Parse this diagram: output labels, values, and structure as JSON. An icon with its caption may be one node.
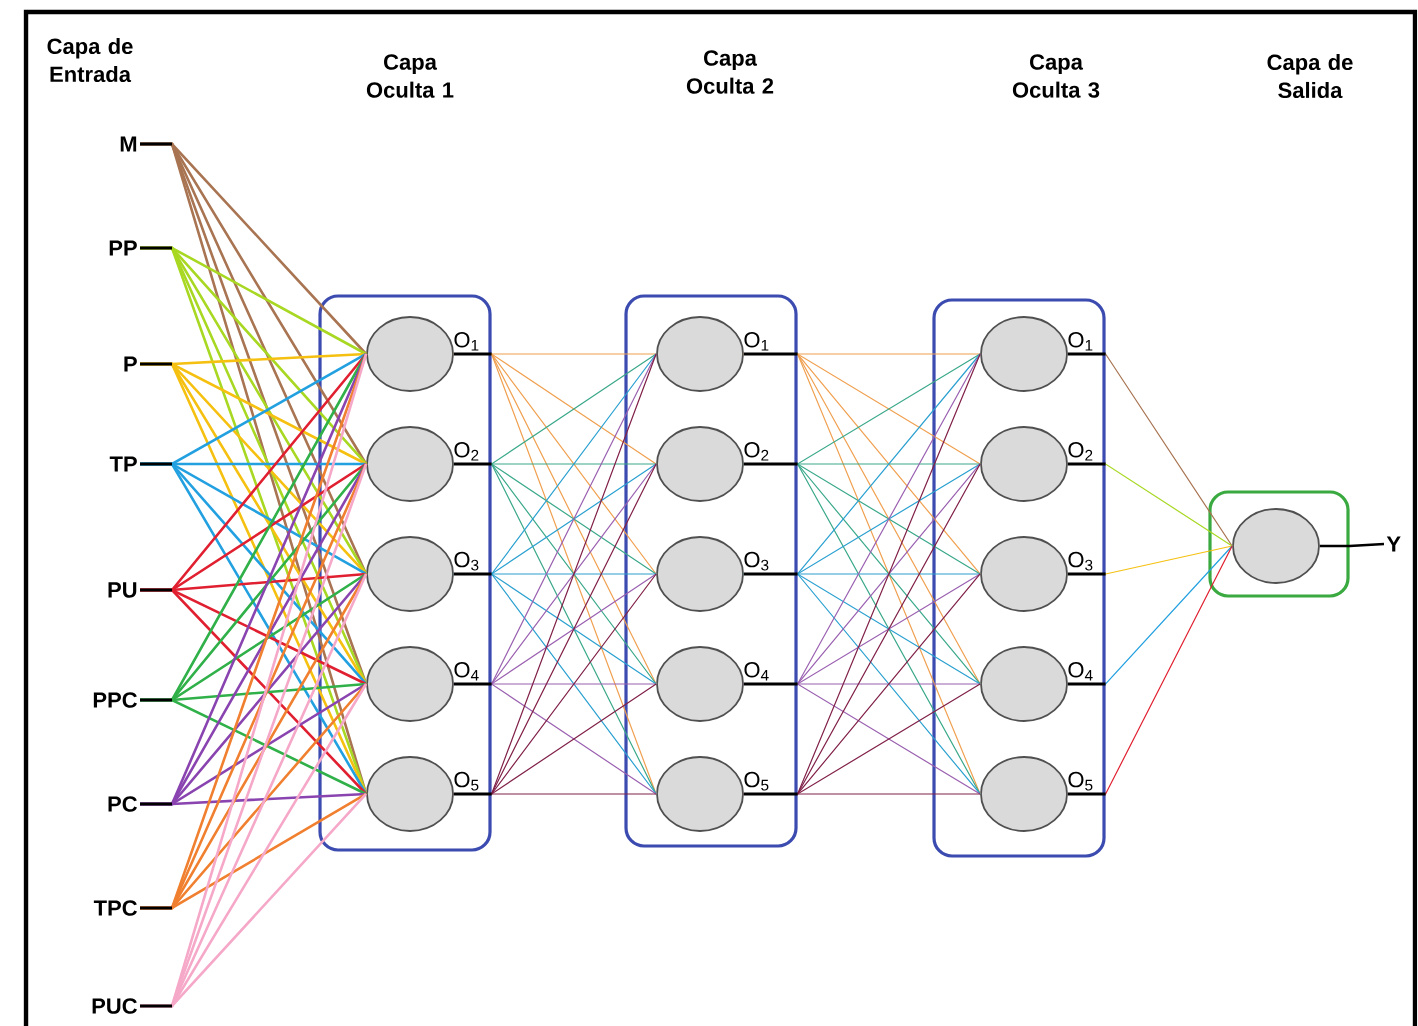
{
  "diagram": {
    "nodes": [
      {
        "text": [
          "M"
        ]
      },
      {
        "text": [
          "PP"
        ]
      },
      {
        "text": [
          "P"
        ]
      },
      {
        "text": [
          "TP"
        ]
      },
      {
        "text": [
          "PU"
        ]
      },
      {
        "text": [
          "PPC"
        ]
      },
      {
        "text": [
          "PC"
        ]
      },
      {
        "text": [
          "TPC"
        ]
      },
      {
        "text": [
          "PUC"
        ]
      },
      {
        "text": [],
        "shape": "box"
      },
      {
        "text": [],
        "shape": "circle",
        "in": 9,
        "beside": [
          "O$_{1}$"
        ]
      },
      {
        "text": [],
        "shape": "circle",
        "in": 9,
        "beside": [
          "O$_{2}$"
        ]
      },
      {
        "text": [],
        "shape": "circle",
        "in": 9,
        "beside": [
          "O$_{3}$"
        ]
      },
      {
        "text": [],
        "shape": "circle",
        "in": 9,
        "beside": [
          "O$_{4}$"
        ]
      },
      {
        "text": [],
        "shape": "circle",
        "in": 9,
        "beside": [
          "O$_{5}$"
        ]
      },
      {
        "text": [],
        "shape": "box"
      },
      {
        "text": [],
        "shape": "circle",
        "in": 15,
        "beside": [
          "O$_{1}$"
        ]
      },
      {
        "text": [],
        "shape": "circle",
        "in": 15,
        "beside": [
          "O$_{2}$"
        ]
      },
      {
        "text": [],
        "shape": "circle",
        "in": 15,
        "beside": [
          "O$_{3}$"
        ]
      },
      {
        "text": [],
        "shape": "circle",
        "in": 15,
        "beside": [
          "O$_{4}$"
        ]
      },
      {
        "text": [],
        "shape": "circle",
        "in": 15,
        "beside": [
          "O$_{5}$"
        ]
      },
      {
        "text": [],
        "shape": "box"
      },
      {
        "text": [],
        "shape": "circle",
        "in": 21,
        "beside": [
          "O$_{1}$"
        ]
      },
      {
        "text": [],
        "shape": "circle",
        "in": 21,
        "beside": [
          "O$_{2}$"
        ]
      },
      {
        "text": [],
        "shape": "circle",
        "in": 21,
        "beside": [
          "O$_{3}$"
        ]
      },
      {
        "text": [],
        "shape": "circle",
        "in": 21,
        "beside": [
          "O$_{4}$"
        ]
      },
      {
        "text": [],
        "shape": "circle",
        "in": 21,
        "beside": [
          "O$_{5}$"
        ]
      },
      {
        "text": [],
        "shape": "box"
      },
      {
        "text": [],
        "shape": "circle",
        "in": 27
      },
      {
        "text": [
          "Y"
        ]
      }
    ],
    "edges": [
      {
        "from": 0,
        "to": 10,
        "arrow": "none",
        "color": "#a87452"
      },
      {
        "from": 0,
        "to": 11,
        "arrow": "none",
        "color": "#a87452"
      },
      {
        "from": 0,
        "to": 12,
        "arrow": "none",
        "color": "#a87452"
      },
      {
        "from": 0,
        "to": 13,
        "arrow": "none",
        "color": "#a87452"
      },
      {
        "from": 0,
        "to": 14,
        "arrow": "none",
        "color": "#a87452"
      },
      {
        "from": 1,
        "to": 10,
        "arrow": "none",
        "color": "#a8d822"
      },
      {
        "from": 1,
        "to": 11,
        "arrow": "none",
        "color": "#a8d822"
      },
      {
        "from": 1,
        "to": 12,
        "arrow": "none",
        "color": "#a8d822"
      },
      {
        "from": 1,
        "to": 13,
        "arrow": "none",
        "color": "#a8d822"
      },
      {
        "from": 1,
        "to": 14,
        "arrow": "none",
        "color": "#a8d822"
      },
      {
        "from": 2,
        "to": 10,
        "arrow": "none",
        "color": "#f5c010"
      },
      {
        "from": 2,
        "to": 11,
        "arrow": "none",
        "color": "#f5c010"
      },
      {
        "from": 2,
        "to": 12,
        "arrow": "none",
        "color": "#f5c010"
      },
      {
        "from": 2,
        "to": 13,
        "arrow": "none",
        "color": "#f5c010"
      },
      {
        "from": 2,
        "to": 14,
        "arrow": "none",
        "color": "#f5c010"
      },
      {
        "from": 3,
        "to": 10,
        "arrow": "none",
        "color": "#22a0e0"
      },
      {
        "from": 3,
        "to": 11,
        "arrow": "none",
        "color": "#22a0e0"
      },
      {
        "from": 3,
        "to": 12,
        "arrow": "none",
        "color": "#22a0e0"
      },
      {
        "from": 3,
        "to": 13,
        "arrow": "none",
        "color": "#22a0e0"
      },
      {
        "from": 3,
        "to": 14,
        "arrow": "none",
        "color": "#22a0e0"
      },
      {
        "from": 4,
        "to": 10,
        "arrow": "none",
        "color": "#e02030"
      },
      {
        "from": 4,
        "to": 11,
        "arrow": "none",
        "color": "#e02030"
      },
      {
        "from": 4,
        "to": 12,
        "arrow": "none",
        "color": "#e02030"
      },
      {
        "from": 4,
        "to": 13,
        "arrow": "none",
        "color": "#e02030"
      },
      {
        "from": 4,
        "to": 14,
        "arrow": "none",
        "color": "#e02030"
      },
      {
        "from": 5,
        "to": 10,
        "arrow": "none",
        "color": "#30b048"
      },
      {
        "from": 5,
        "to": 11,
        "arrow": "none",
        "color": "#30b048"
      },
      {
        "from": 5,
        "to": 12,
        "arrow": "none",
        "color": "#30b048"
      },
      {
        "from": 5,
        "to": 13,
        "arrow": "none",
        "color": "#30b048"
      },
      {
        "from": 5,
        "to": 14,
        "arrow": "none",
        "color": "#30b048"
      },
      {
        "from": 6,
        "to": 10,
        "arrow": "none",
        "color": "#8a44b0"
      },
      {
        "from": 6,
        "to": 11,
        "arrow": "none",
        "color": "#8a44b0"
      },
      {
        "from": 6,
        "to": 12,
        "arrow": "none",
        "color": "#8a44b0"
      },
      {
        "from": 6,
        "to": 13,
        "arrow": "none",
        "color": "#8a44b0"
      },
      {
        "from": 6,
        "to": 14,
        "arrow": "none",
        "color": "#8a44b0"
      },
      {
        "from": 7,
        "to": 10,
        "arrow": "none",
        "color": "#f08030"
      },
      {
        "from": 7,
        "to": 11,
        "arrow": "none",
        "color": "#f08030"
      },
      {
        "from": 7,
        "to": 12,
        "arrow": "none",
        "color": "#f08030"
      },
      {
        "from": 7,
        "to": 13,
        "arrow": "none",
        "color": "#f08030"
      },
      {
        "from": 7,
        "to": 14,
        "arrow": "none",
        "color": "#f08030"
      },
      {
        "from": 8,
        "to": 10,
        "arrow": "none",
        "color": "#f5a8c8"
      },
      {
        "from": 8,
        "to": 11,
        "arrow": "none",
        "color": "#f5a8c8"
      },
      {
        "from": 8,
        "to": 12,
        "arrow": "none",
        "color": "#f5a8c8"
      },
      {
        "from": 8,
        "to": 13,
        "arrow": "none",
        "color": "#f5a8c8"
      },
      {
        "from": 8,
        "to": 14,
        "arrow": "none",
        "color": "#f5a8c8"
      },
      {
        "from": 10,
        "to": 16,
        "arrow": "none",
        "color": "#f0a050"
      },
      {
        "from": 10,
        "to": 17,
        "arrow": "none",
        "color": "#f0a050"
      },
      {
        "from": 10,
        "to": 18,
        "arrow": "none",
        "color": "#f0a050"
      },
      {
        "from": 10,
        "to": 19,
        "arrow": "none",
        "color": "#f0a050"
      },
      {
        "from": 10,
        "to": 20,
        "arrow": "none",
        "color": "#f0a050"
      },
      {
        "from": 11,
        "to": 16,
        "arrow": "none",
        "color": "#3aa88a"
      },
      {
        "from": 11,
        "to": 17,
        "arrow": "none",
        "color": "#3aa88a"
      },
      {
        "from": 11,
        "to": 18,
        "arrow": "none",
        "color": "#3aa88a"
      },
      {
        "from": 11,
        "to": 19,
        "arrow": "none",
        "color": "#3aa88a"
      },
      {
        "from": 11,
        "to": 20,
        "arrow": "none",
        "color": "#3aa88a"
      },
      {
        "from": 12,
        "to": 16,
        "arrow": "none",
        "color": "#2aa0d0"
      },
      {
        "from": 12,
        "to": 17,
        "arrow": "none",
        "color": "#2aa0d0"
      },
      {
        "from": 12,
        "to": 18,
        "arrow": "none",
        "color": "#2aa0d0"
      },
      {
        "from": 12,
        "to": 19,
        "arrow": "none",
        "color": "#2aa0d0"
      },
      {
        "from": 12,
        "to": 20,
        "arrow": "none",
        "color": "#2aa0d0"
      },
      {
        "from": 13,
        "to": 16,
        "arrow": "none",
        "color": "#9a60b0"
      },
      {
        "from": 13,
        "to": 17,
        "arrow": "none",
        "color": "#9a60b0"
      },
      {
        "from": 13,
        "to": 18,
        "arrow": "none",
        "color": "#9a60b0"
      },
      {
        "from": 13,
        "to": 19,
        "arrow": "none",
        "color": "#9a60b0"
      },
      {
        "from": 13,
        "to": 20,
        "arrow": "none",
        "color": "#9a60b0"
      },
      {
        "from": 14,
        "to": 16,
        "arrow": "none",
        "color": "#802048"
      },
      {
        "from": 14,
        "to": 17,
        "arrow": "none",
        "color": "#802048"
      },
      {
        "from": 14,
        "to": 18,
        "arrow": "none",
        "color": "#802048"
      },
      {
        "from": 14,
        "to": 19,
        "arrow": "none",
        "color": "#802048"
      },
      {
        "from": 14,
        "to": 20,
        "arrow": "none",
        "color": "#802048"
      },
      {
        "from": 16,
        "to": 22,
        "arrow": "none",
        "color": "#f0a050"
      },
      {
        "from": 16,
        "to": 23,
        "arrow": "none",
        "color": "#f0a050"
      },
      {
        "from": 16,
        "to": 24,
        "arrow": "none",
        "color": "#f0a050"
      },
      {
        "from": 16,
        "to": 25,
        "arrow": "none",
        "color": "#f0a050"
      },
      {
        "from": 16,
        "to": 26,
        "arrow": "none",
        "color": "#f0a050"
      },
      {
        "from": 17,
        "to": 22,
        "arrow": "none",
        "color": "#3aa88a"
      },
      {
        "from": 17,
        "to": 23,
        "arrow": "none",
        "color": "#3aa88a"
      },
      {
        "from": 17,
        "to": 24,
        "arrow": "none",
        "color": "#3aa88a"
      },
      {
        "from": 17,
        "to": 25,
        "arrow": "none",
        "color": "#3aa88a"
      },
      {
        "from": 17,
        "to": 26,
        "arrow": "none",
        "color": "#3aa88a"
      },
      {
        "from": 18,
        "to": 22,
        "arrow": "none",
        "color": "#2aa0d0"
      },
      {
        "from": 18,
        "to": 23,
        "arrow": "none",
        "color": "#2aa0d0"
      },
      {
        "from": 18,
        "to": 24,
        "arrow": "none",
        "color": "#2aa0d0"
      },
      {
        "from": 18,
        "to": 25,
        "arrow": "none",
        "color": "#2aa0d0"
      },
      {
        "from": 18,
        "to": 26,
        "arrow": "none",
        "color": "#2aa0d0"
      },
      {
        "from": 19,
        "to": 22,
        "arrow": "none",
        "color": "#9a60b0"
      },
      {
        "from": 19,
        "to": 23,
        "arrow": "none",
        "color": "#9a60b0"
      },
      {
        "from": 19,
        "to": 24,
        "arrow": "none",
        "color": "#9a60b0"
      },
      {
        "from": 19,
        "to": 25,
        "arrow": "none",
        "color": "#9a60b0"
      },
      {
        "from": 19,
        "to": 26,
        "arrow": "none",
        "color": "#9a60b0"
      },
      {
        "from": 20,
        "to": 22,
        "arrow": "none",
        "color": "#802048"
      },
      {
        "from": 20,
        "to": 23,
        "arrow": "none",
        "color": "#802048"
      },
      {
        "from": 20,
        "to": 24,
        "arrow": "none",
        "color": "#802048"
      },
      {
        "from": 20,
        "to": 25,
        "arrow": "none",
        "color": "#802048"
      },
      {
        "from": 20,
        "to": 26,
        "arrow": "none",
        "color": "#802048"
      },
      {
        "from": 22,
        "to": 28,
        "arrow": "none",
        "color": "#a87452"
      },
      {
        "from": 23,
        "to": 28,
        "arrow": "none",
        "color": "#a8d822"
      },
      {
        "from": 24,
        "to": 28,
        "arrow": "none",
        "color": "#f5c010"
      },
      {
        "from": 25,
        "to": 28,
        "arrow": "none",
        "color": "#22a0e0"
      },
      {
        "from": 26,
        "to": 28,
        "arrow": "none",
        "color": "#e02030"
      },
      {
        "from": 28,
        "to": 29,
        "arrow": "none",
        "color": "#000000"
      }
    ],
    "labels": [
      "Capa de Entrada",
      "Capa Oculta 1",
      "Capa Oculta 2",
      "Capa Oculta 3",
      "Capa de Salida"
    ]
  }
}
